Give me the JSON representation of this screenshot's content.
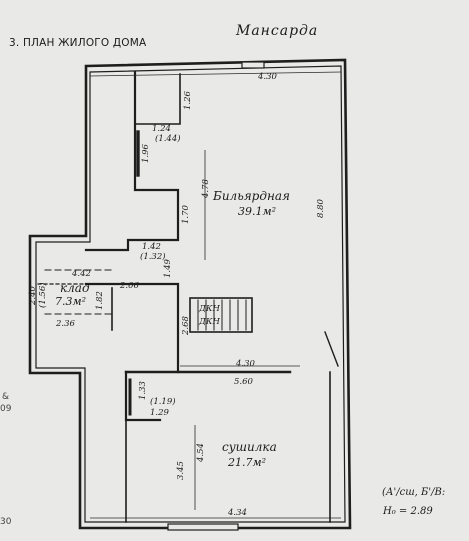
{
  "sheet_title": "3. ПЛАН ЖИЛОГО ДОМА",
  "floor_name": "Мансарда",
  "rooms": {
    "billiard": {
      "name": "Бильярдная",
      "area": "39.1м²"
    },
    "storage": {
      "name": "клад",
      "area": "7.3м²"
    },
    "drying": {
      "name": "сушилка",
      "area": "21.7м²"
    }
  },
  "dimensions": {
    "top_wall": "4.30",
    "niche_depth": "1.26",
    "niche_width": "1.24",
    "niche_width_alt": "(1.44)",
    "niche_height": "1.96",
    "billiard_height": "4.78",
    "billiard_right": "8.80",
    "step_left": "1.70",
    "step_width": "1.42",
    "step_width_alt": "(1.32)",
    "stair_side": "1.49",
    "storage_width": "4.42",
    "storage_bottom": "2.36",
    "storage_height": "2.40",
    "storage_height_alt": "(1.56)",
    "storage_side": "1.82",
    "corridor_width": "2.06",
    "stair_landing": "2.68",
    "partition_width": "4.30",
    "partition_width_alt": "5.60",
    "cabinet_height": "1.33",
    "cabinet_width": "(1.19)",
    "cabinet_width_alt": "1.29",
    "drying_height": "4.54",
    "drying_left": "3.45",
    "bottom_wall": "4.34"
  },
  "stair_marks": {
    "top": "ДКН",
    "bottom": "ДКН"
  },
  "stamp": {
    "line1": "(А'/сш, Б'/В:",
    "line2": "Н₀ = 2.89"
  },
  "edge_marks": {
    "m1": "&",
    "m2": "09",
    "m3": "30"
  }
}
